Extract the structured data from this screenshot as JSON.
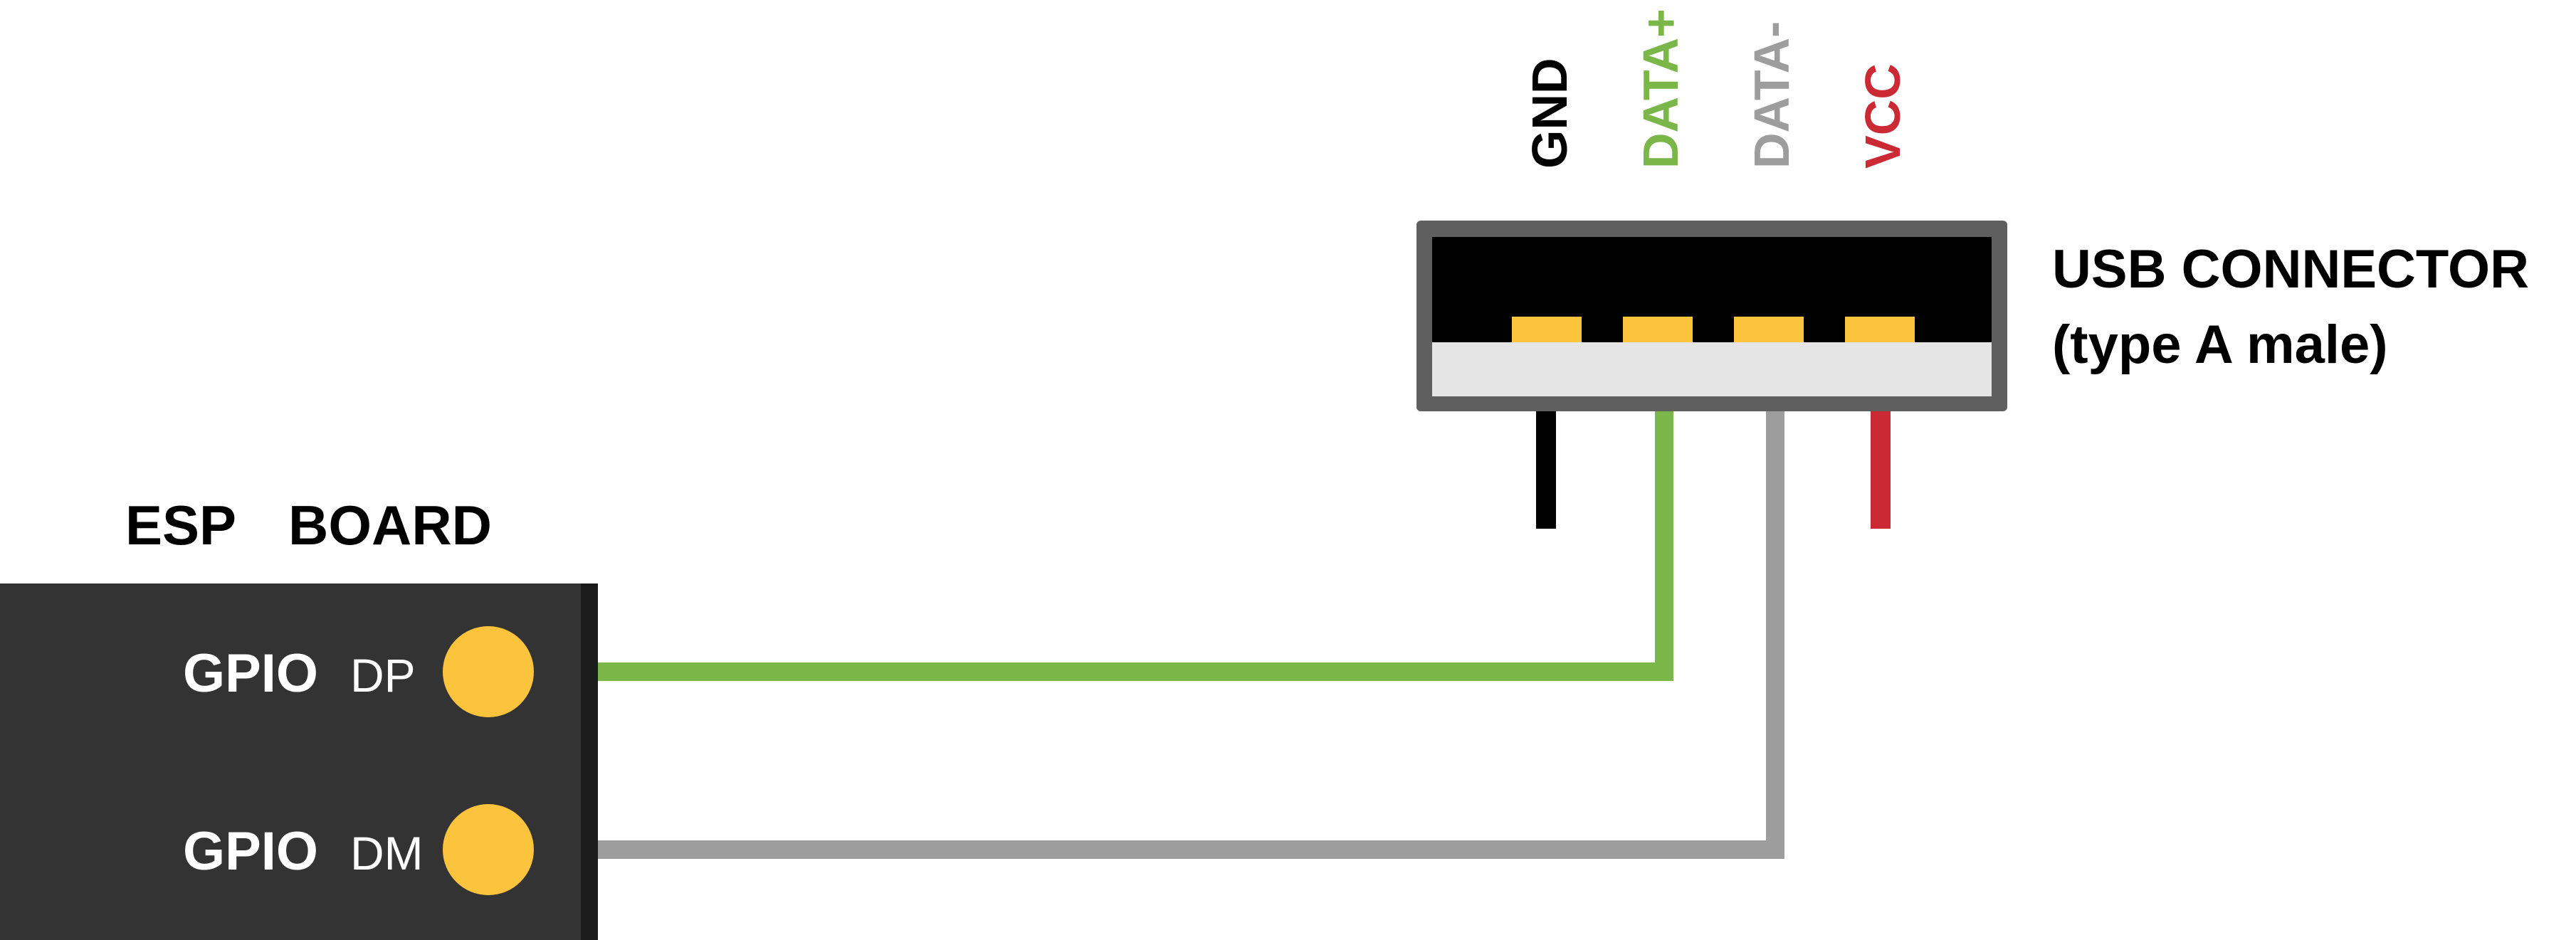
{
  "colors": {
    "gnd": "#000000",
    "data_plus": "#7ab648",
    "data_minus": "#9d9d9d",
    "vcc": "#cb2a35",
    "pin": "#fcc43d",
    "board": "#333333",
    "board_edge": "#1b1b1b",
    "connector_frame": "#5f5f5f",
    "connector_inner": "#000000",
    "connector_base": "#e5e5e5"
  },
  "usb": {
    "title_line1": "USB CONNECTOR",
    "title_line2": "(type A male)",
    "pins": [
      {
        "label": "GND",
        "color": "#000000"
      },
      {
        "label": "DATA+",
        "color": "#7ab648"
      },
      {
        "label": "DATA-",
        "color": "#9d9d9d"
      },
      {
        "label": "VCC",
        "color": "#cb2a35"
      }
    ]
  },
  "board": {
    "title_left": "ESP",
    "title_right": "BOARD",
    "gpio": [
      {
        "label": "GPIO",
        "suffix": "DP"
      },
      {
        "label": "GPIO",
        "suffix": "DM"
      }
    ]
  }
}
